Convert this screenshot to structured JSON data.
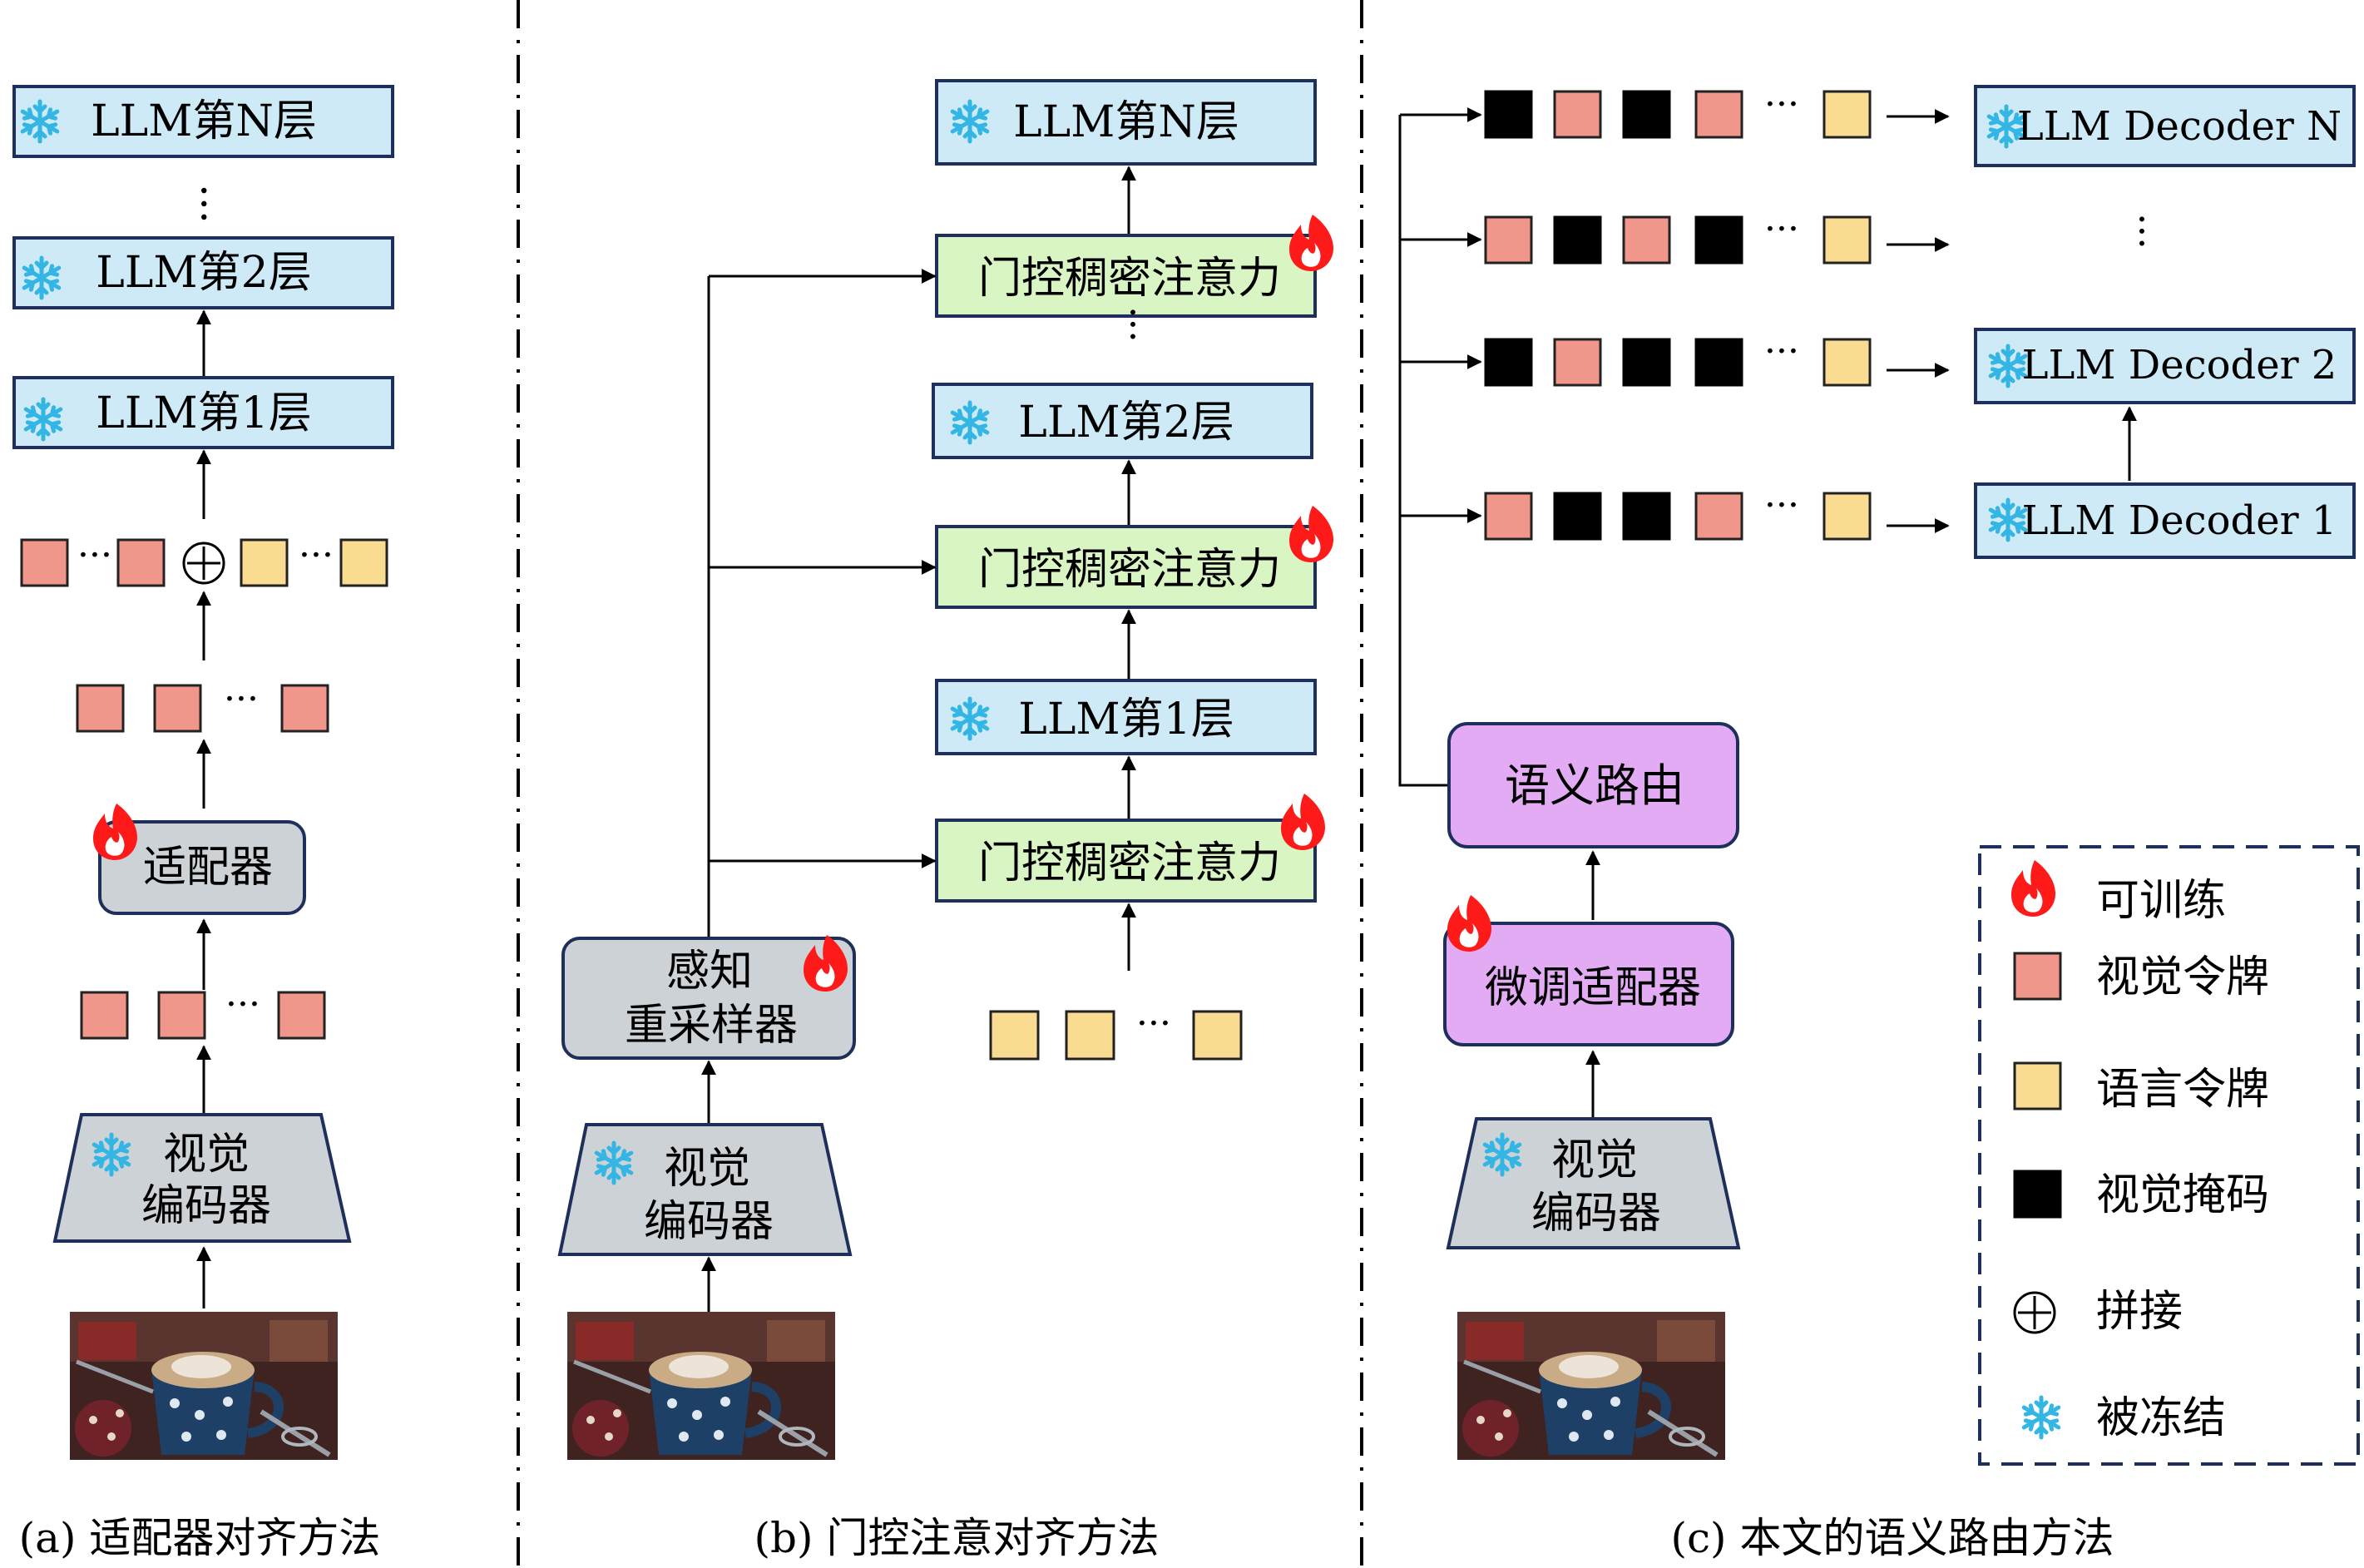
{
  "panel_a": {
    "llm_layer_n": "LLM第N层",
    "llm_layer_2": "LLM第2层",
    "llm_layer_1": "LLM第1层",
    "adapter": "适配器",
    "encoder_line1": "视觉",
    "encoder_line2": "编码器",
    "caption": "(a) 适配器对齐方法"
  },
  "panel_b": {
    "llm_layer_n": "LLM第N层",
    "gated_attention": "门控稠密注意力",
    "llm_layer_2": "LLM第2层",
    "llm_layer_1": "LLM第1层",
    "resampler_line1": "感知",
    "resampler_line2": "重采样器",
    "encoder_line1": "视觉",
    "encoder_line2": "编码器",
    "caption": "(b) 门控注意对齐方法"
  },
  "panel_c": {
    "decoder_n": "LLM Decoder N",
    "decoder_2": "LLM Decoder 2",
    "decoder_1": "LLM Decoder 1",
    "router": "语义路由",
    "finetune_adapter": "微调适配器",
    "encoder_line1": "视觉",
    "encoder_line2": "编码器",
    "caption": "(c) 本文的语义路由方法"
  },
  "legend": {
    "trainable": "可训练",
    "visual_token": "视觉令牌",
    "language_token": "语言令牌",
    "visual_mask": "视觉掩码",
    "concat": "拼接",
    "frozen": "被冻结"
  },
  "symbols": {
    "ellipsis": "···",
    "concat_symbol": "⊕"
  },
  "icons": [
    "snowflake-icon",
    "flame-icon",
    "coffee-cup-photo"
  ],
  "colors": {
    "llm_box": "#cdeaf6",
    "gated_box": "#d9f5c4",
    "grey_box": "#cdd2d6",
    "router_box": "#e3abf4",
    "visual_token": "#f0968a",
    "language_token": "#f9db92",
    "visual_mask": "#000000",
    "snowflake": "#34b6e4",
    "flame": "#ff1a1a"
  }
}
